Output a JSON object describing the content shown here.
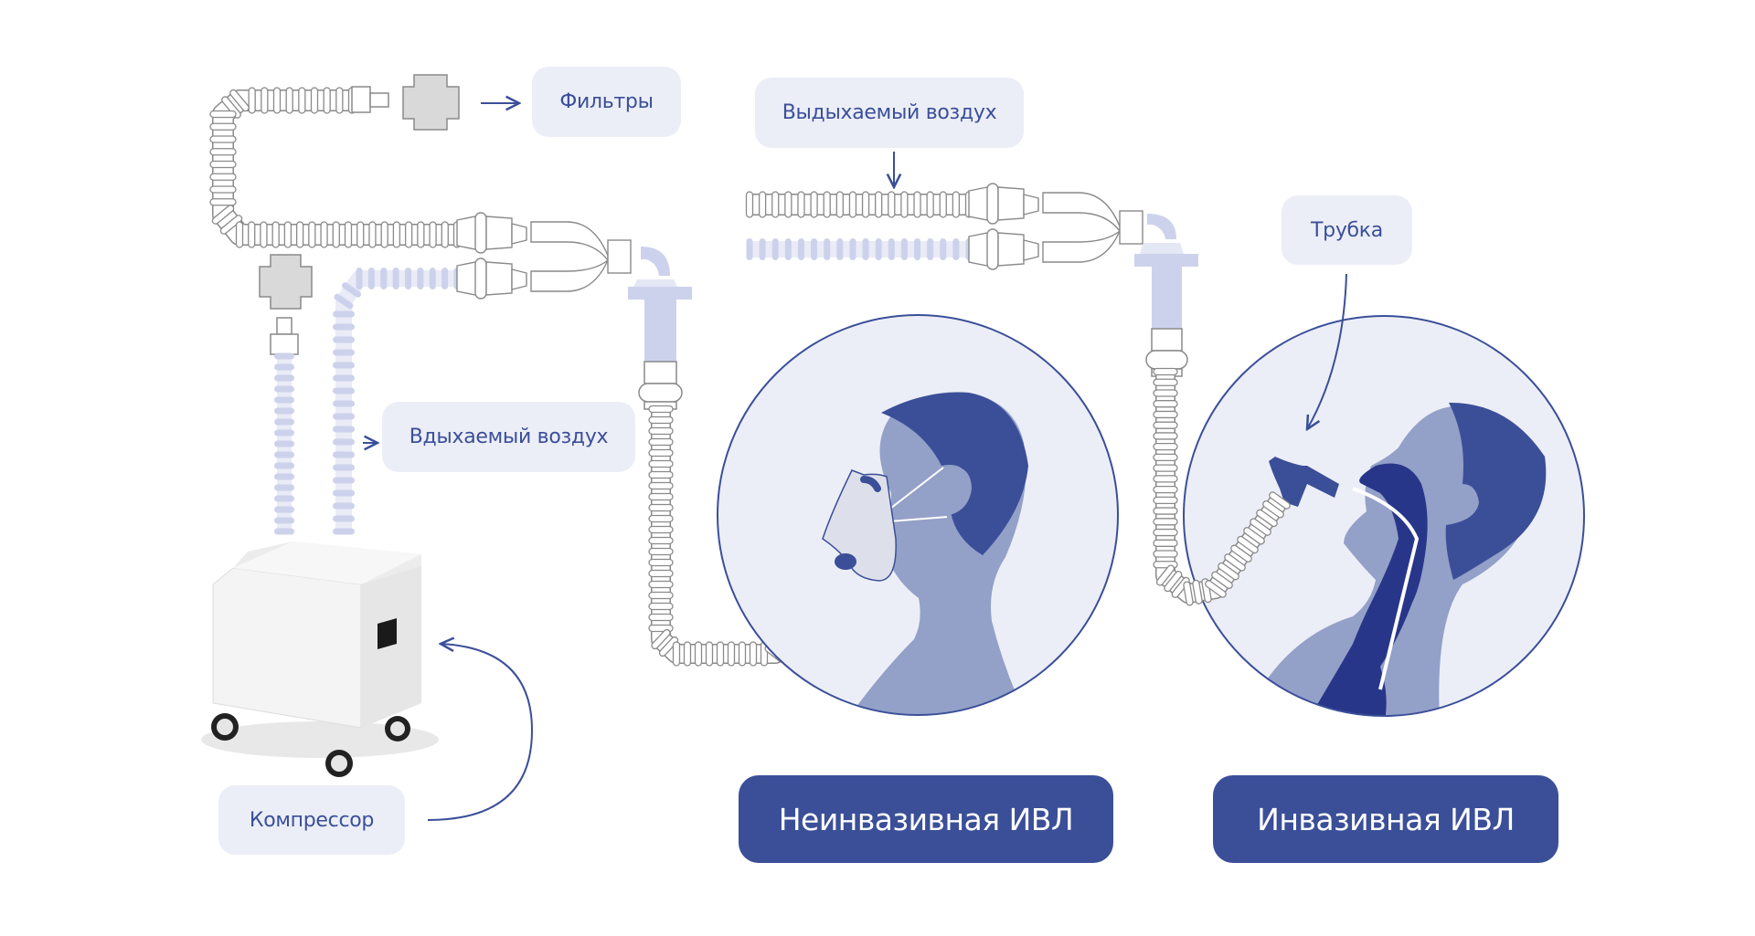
{
  "labels": {
    "filters": "Фильтры",
    "exhaled_air": "Выдыхаемый воздух",
    "inhaled_air": "Вдыхаемый воздух",
    "tube": "Трубка",
    "compressor": "Компрессор"
  },
  "modes": {
    "non_invasive": "Неинвазивная ИВЛ",
    "invasive": "Инвазивная ИВЛ"
  },
  "colors": {
    "accent": "#3b4f99",
    "label_bg": "#eceef7",
    "circle_bg": "#eceef7",
    "skin": "#93a0c8",
    "hair": "#3b4f99",
    "airway": "#28368a",
    "inhale_tube": "#cdd2ec",
    "exhale_tube_stroke": "#8a8a8a",
    "filter_fill": "#d9d9d9"
  }
}
